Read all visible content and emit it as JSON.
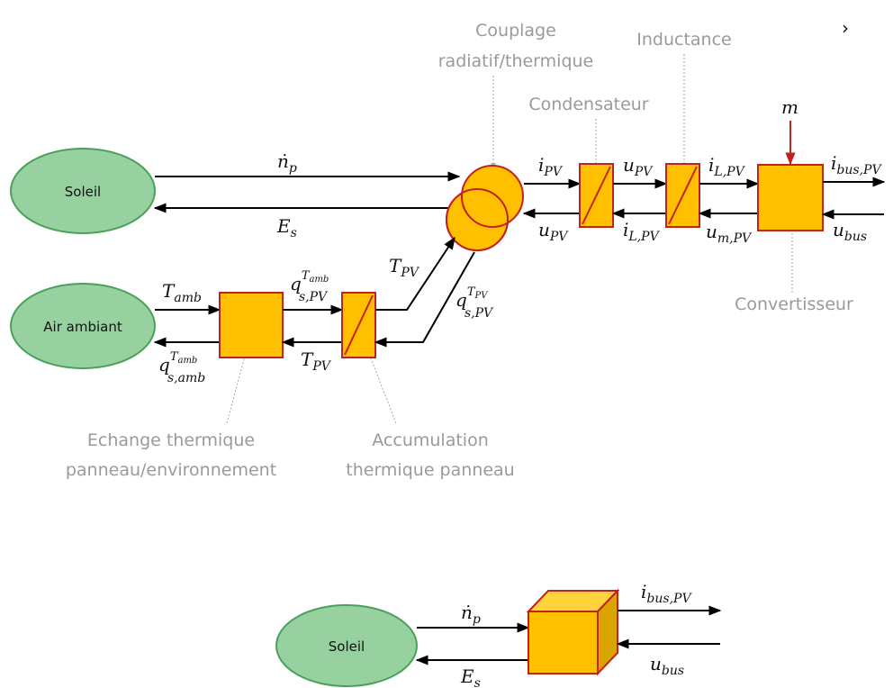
{
  "nav": {
    "next_glyph": "›"
  },
  "sources": {
    "soleil": "Soleil",
    "air": "Air ambiant",
    "soleil_bottom": "Soleil"
  },
  "annotations": {
    "couplage_l1": "Couplage",
    "couplage_l2": "radiatif/thermique",
    "inductance": "Inductance",
    "condensateur": "Condensateur",
    "convertisseur": "Convertisseur",
    "echange_l1": "Echange thermique",
    "echange_l2": "panneau/environnement",
    "accumulation_l1": "Accumulation",
    "accumulation_l2": "thermique panneau"
  },
  "colors": {
    "ellipse_fill": "#97d1a0",
    "ellipse_stroke": "#4aa05a",
    "block_fill": "#ffc000",
    "block_stroke": "#c0221c",
    "arrow": "#000000",
    "command_arrow": "#c0221c",
    "annotation": "#9a9a9a",
    "pointer": "#a6a6a6"
  },
  "symbols": {
    "np": "ṅ",
    "np_sub": "p",
    "es": "E",
    "es_sub": "s",
    "ipv": "i",
    "ipv_sub": "PV",
    "upv_top": "u",
    "upv_top_sub": "PV",
    "upv_bot": "u",
    "upv_bot_sub": "PV",
    "ilpv_top": "i",
    "ilpv_top_sub": "L,PV",
    "ilpv_bot": "i",
    "ilpv_bot_sub": "L,PV",
    "umpv": "u",
    "umpv_sub": "m,PV",
    "m": "m",
    "ibus": "i",
    "ibus_sub": "bus,PV",
    "ubus": "u",
    "ubus_sub": "bus",
    "tamb": "T",
    "tamb_sub": "amb",
    "qamb": "q",
    "qamb_sup": "T",
    "qamb_supsub": "amb",
    "qamb_sub": "s,amb",
    "qspv": "q",
    "qspv_sup": "T",
    "qspv_supsub": "amb",
    "qspv_sub": "s,PV",
    "tpv_mid": "T",
    "tpv_mid_sub": "PV",
    "tpv_up": "T",
    "tpv_up_sub": "PV",
    "qtpv": "q",
    "qtpv_sup": "T",
    "qtpv_supsub": "PV",
    "qtpv_sub": "s,PV",
    "np2": "ṅ",
    "np2_sub": "p",
    "es2": "E",
    "es2_sub": "s",
    "ibus2": "i",
    "ibus2_sub": "bus,PV",
    "ubus2": "u",
    "ubus2_sub": "bus"
  }
}
